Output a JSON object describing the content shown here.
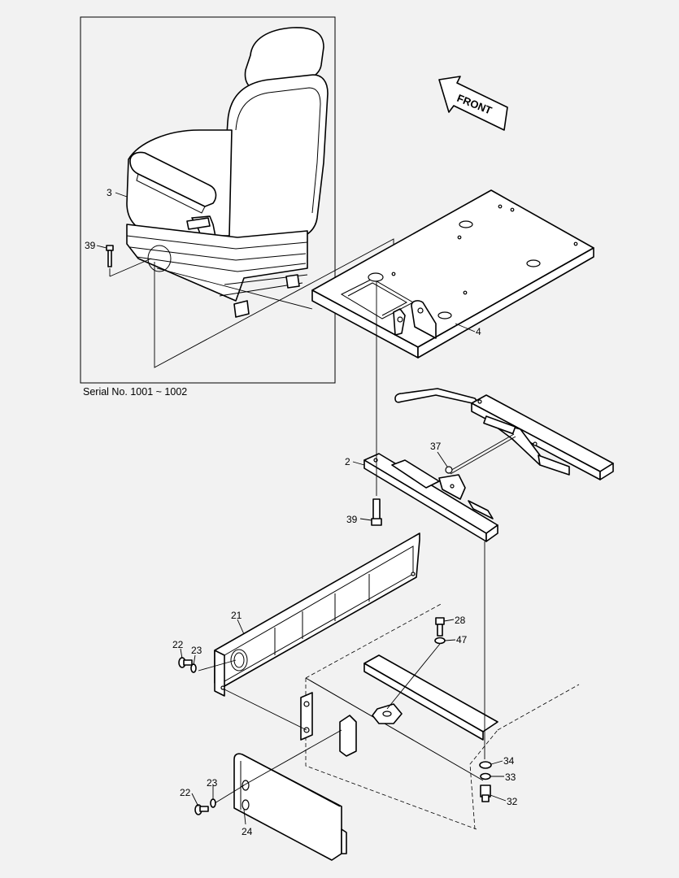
{
  "inset": {
    "caption": "Serial No. 1001 ~ 1002"
  },
  "front_arrow": {
    "text": "FRONT"
  },
  "callouts": {
    "seat": "3",
    "bolt_inset": "39",
    "plate": "4",
    "slide_rail_left": "2",
    "wire_link": "37",
    "bolt_lower": "39",
    "side_cover": "21",
    "screw_upper": "22",
    "washer_upper": "23",
    "bolt_28": "28",
    "washer_47": "47",
    "washer_34": "34",
    "washer_33": "33",
    "nut_32": "32",
    "screw_lower": "22",
    "washer_lower": "23",
    "end_cover": "24"
  }
}
